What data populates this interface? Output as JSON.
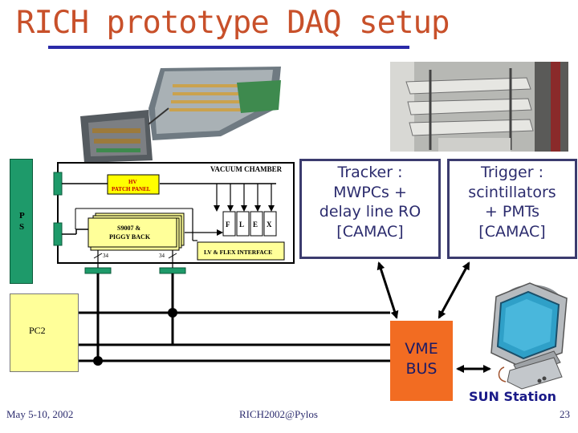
{
  "title": "RICH prototype DAQ setup",
  "tracker_box": {
    "line1": "Tracker :",
    "line2": "MWPCs +",
    "line3": "delay line RO",
    "line4": "[CAMAC]"
  },
  "trigger_box": {
    "line1": "Trigger :",
    "line2": "scintillators",
    "line3": "+ PMTs",
    "line4": "[CAMAC]"
  },
  "schematic": {
    "vacuum_chamber": "VACUUM CHAMBER",
    "hv_panel": {
      "line1": "HV",
      "line2": "PATCH PANEL"
    },
    "s9007": {
      "line1": "S9007 &",
      "line2": "PIGGY BACK"
    },
    "flex_letters": [
      "F",
      "L",
      "E",
      "X"
    ],
    "lv_flex": "LV & FLEX INTERFACE",
    "bus_width_left": "34",
    "bus_width_right": "34",
    "ps": {
      "line1": "P",
      "line2": "S"
    }
  },
  "pc2_label": "PC2",
  "vme_bus": {
    "line1": "VME",
    "line2": "BUS"
  },
  "sun_station": "SUN Station",
  "footer": {
    "date": "May 5-10, 2002",
    "conference": "RICH2002@Pylos",
    "page": "23"
  },
  "colors": {
    "title": "#c8502a",
    "title_rule": "#2a2aa8",
    "vme": "#f26c22",
    "pc2": "#ffff99",
    "ps": "#1e9a6a",
    "hv_panel": "#ffff00",
    "s9007": "#ffff99",
    "lv_flex": "#ffff99"
  }
}
